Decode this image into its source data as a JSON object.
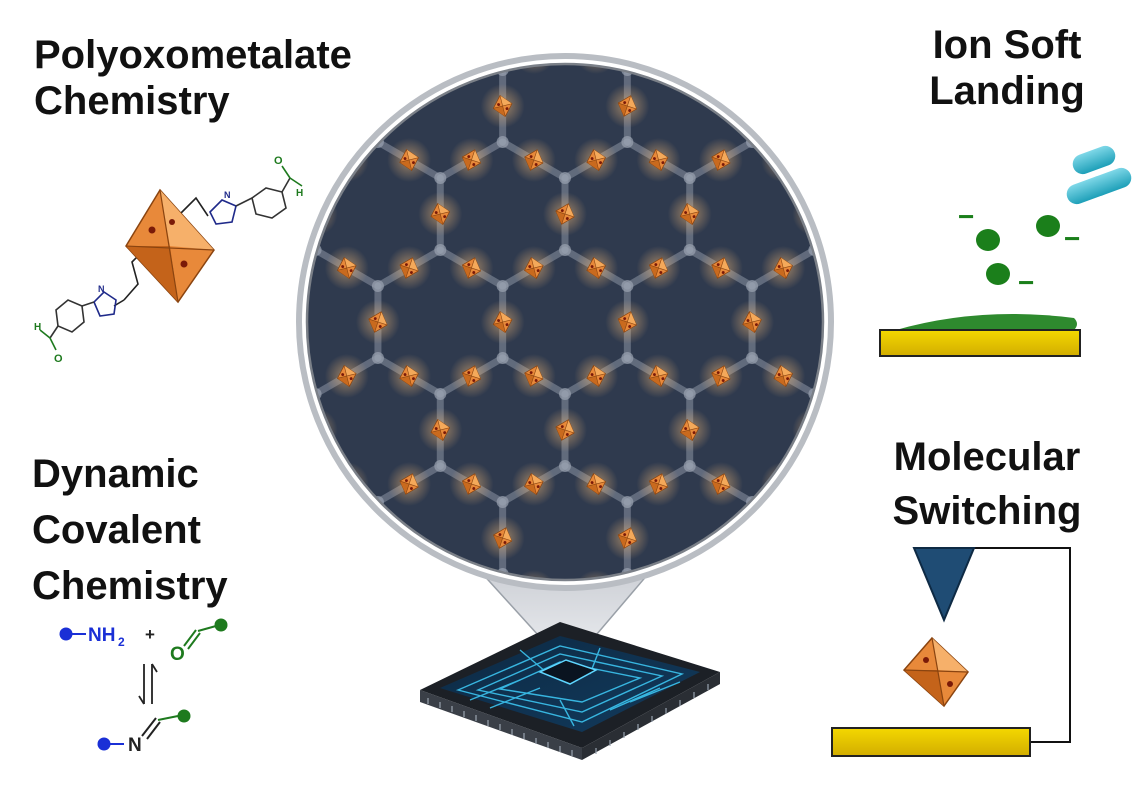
{
  "headings": {
    "polyoxometalate": [
      "Polyoxometalate",
      "Chemistry"
    ],
    "ion_soft_landing": [
      "Ion Soft",
      "Landing"
    ],
    "dynamic_covalent": [
      "Dynamic",
      "Covalent",
      "Chemistry"
    ],
    "molecular_switching": [
      "Molecular",
      "Switching"
    ]
  },
  "reaction": {
    "amine": "NH",
    "amine_subscript": "2",
    "plus": "+",
    "carbonyl_oxygen": "O",
    "imine_nitrogen": "N"
  },
  "ligand_atoms": {
    "aldehyde_h": "H",
    "aldehyde_o": "O",
    "triazole_n": "N"
  },
  "ion_charge": "−",
  "colors": {
    "heading_text": "#111111",
    "network_background": "#2f3a4e",
    "network_links": "#8a93a3",
    "cluster_orange": "#e8893a",
    "cluster_dark": "#b85d14",
    "amine_blue": "#1a2fd6",
    "carbonyl_green": "#1e7a1e",
    "ion_green": "#1b7f1b",
    "gold_substrate": "#e8c400",
    "tip_blue": "#1f4c74",
    "chip_cyan": "#3cc4f0"
  }
}
